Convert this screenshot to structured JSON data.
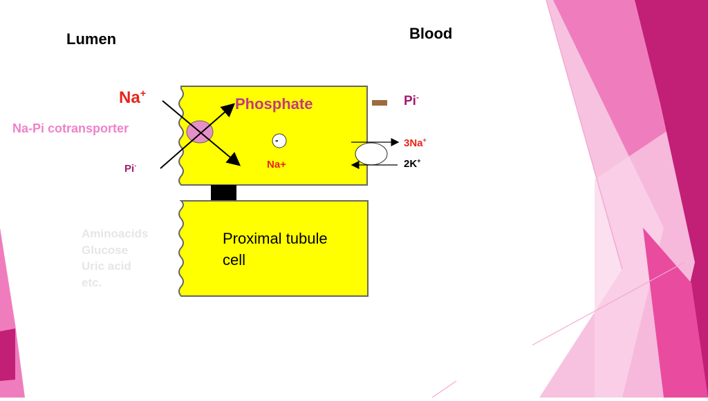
{
  "labels": {
    "lumen": "Lumen",
    "blood": "Blood",
    "na_top": "Na",
    "na_top_sup": "+",
    "cotransporter": "Na-Pi cotransporter",
    "pi_left": "Pi",
    "pi_left_sup": "-",
    "phosphate": "Phosphate",
    "minus": "-",
    "na_inside": "Na+",
    "pi_right": "Pi",
    "pi_right_sup": "-",
    "na3": "3Na",
    "na3_sup": "+",
    "k2": "2K",
    "k2_sup": "+",
    "cell_line1": "Proximal tubule",
    "cell_line2": "cell",
    "solutes": [
      "Aminoacids",
      "Glucose",
      "Uric acid",
      "etc."
    ]
  },
  "colors": {
    "cell_fill": "#ffff00",
    "cell_stroke": "#666666",
    "na_red": "#e8231a",
    "pi_purple": "#a01b6b",
    "phosphate_pink": "#c23a82",
    "cotransporter_fill": "#e58fc8",
    "cotransporter_label": "#ee82c8",
    "channel_brown": "#9c6b3e",
    "junction_black": "#000000",
    "pink_light": "#f7b9dd",
    "pink_mid": "#ee6bb5",
    "magenta_dark": "#c21f77"
  },
  "icons": {
    "cotransporter": "oval-transporter",
    "pump": "oval-pump",
    "pi_exit_channel": "rect-channel",
    "tight_junction": "black-block"
  }
}
